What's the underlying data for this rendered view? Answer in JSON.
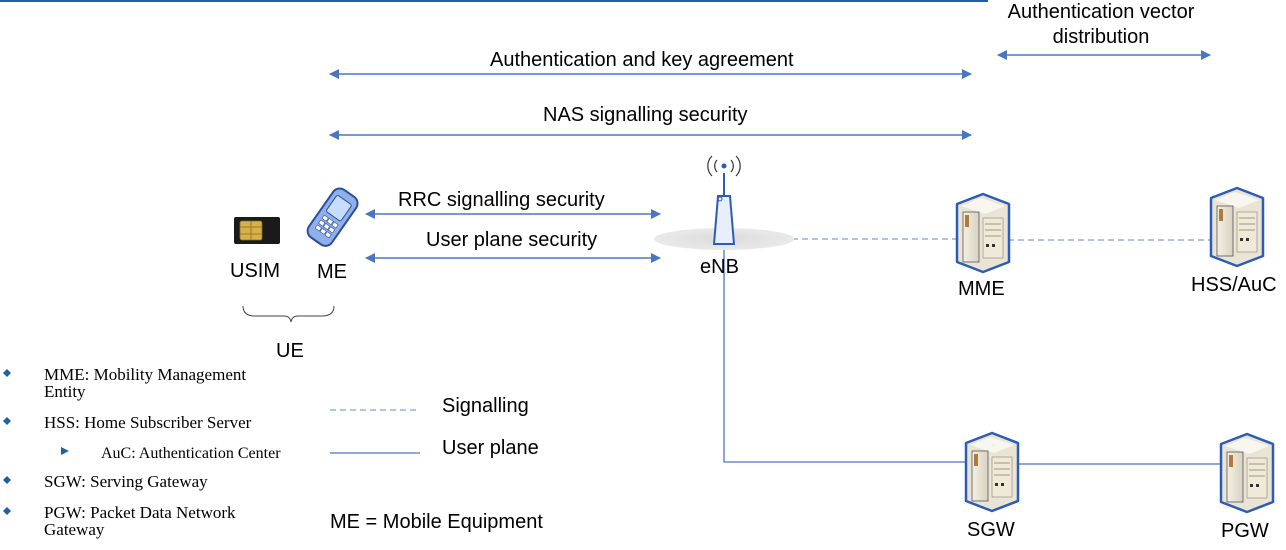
{
  "arrows": {
    "auth_vector": "Authentication vector distribution",
    "auth_vector_line1": "Authentication vector",
    "auth_vector_line2": "distribution",
    "aka": "Authentication and key agreement",
    "nas": "NAS signalling security",
    "rrc": "RRC signalling  security",
    "user_plane": "User plane security"
  },
  "nodes": {
    "usim": "USIM",
    "me": "ME",
    "ue": "UE",
    "enb": "eNB",
    "mme": "MME",
    "hss": "HSS/AuC",
    "sgw": "SGW",
    "pgw": "PGW"
  },
  "legend": {
    "signalling": "Signalling",
    "user_plane": "User plane",
    "me_note": "ME = Mobile Equipment"
  },
  "glossary": [
    {
      "line1": "MME: Mobility Management",
      "line2": "Entity"
    },
    {
      "line1": "HSS: Home Subscriber Server"
    },
    {
      "line1": "AuC: Authentication Center"
    },
    {
      "line1": "SGW: Serving Gateway"
    },
    {
      "line1": "PGW: Packet Data Network",
      "line2": "Gateway"
    }
  ],
  "colors": {
    "line": "#4a76c0",
    "dashed": "#7f9fd3",
    "bullet": "#1f5fa8",
    "top_rule": "#1f5fa8"
  }
}
